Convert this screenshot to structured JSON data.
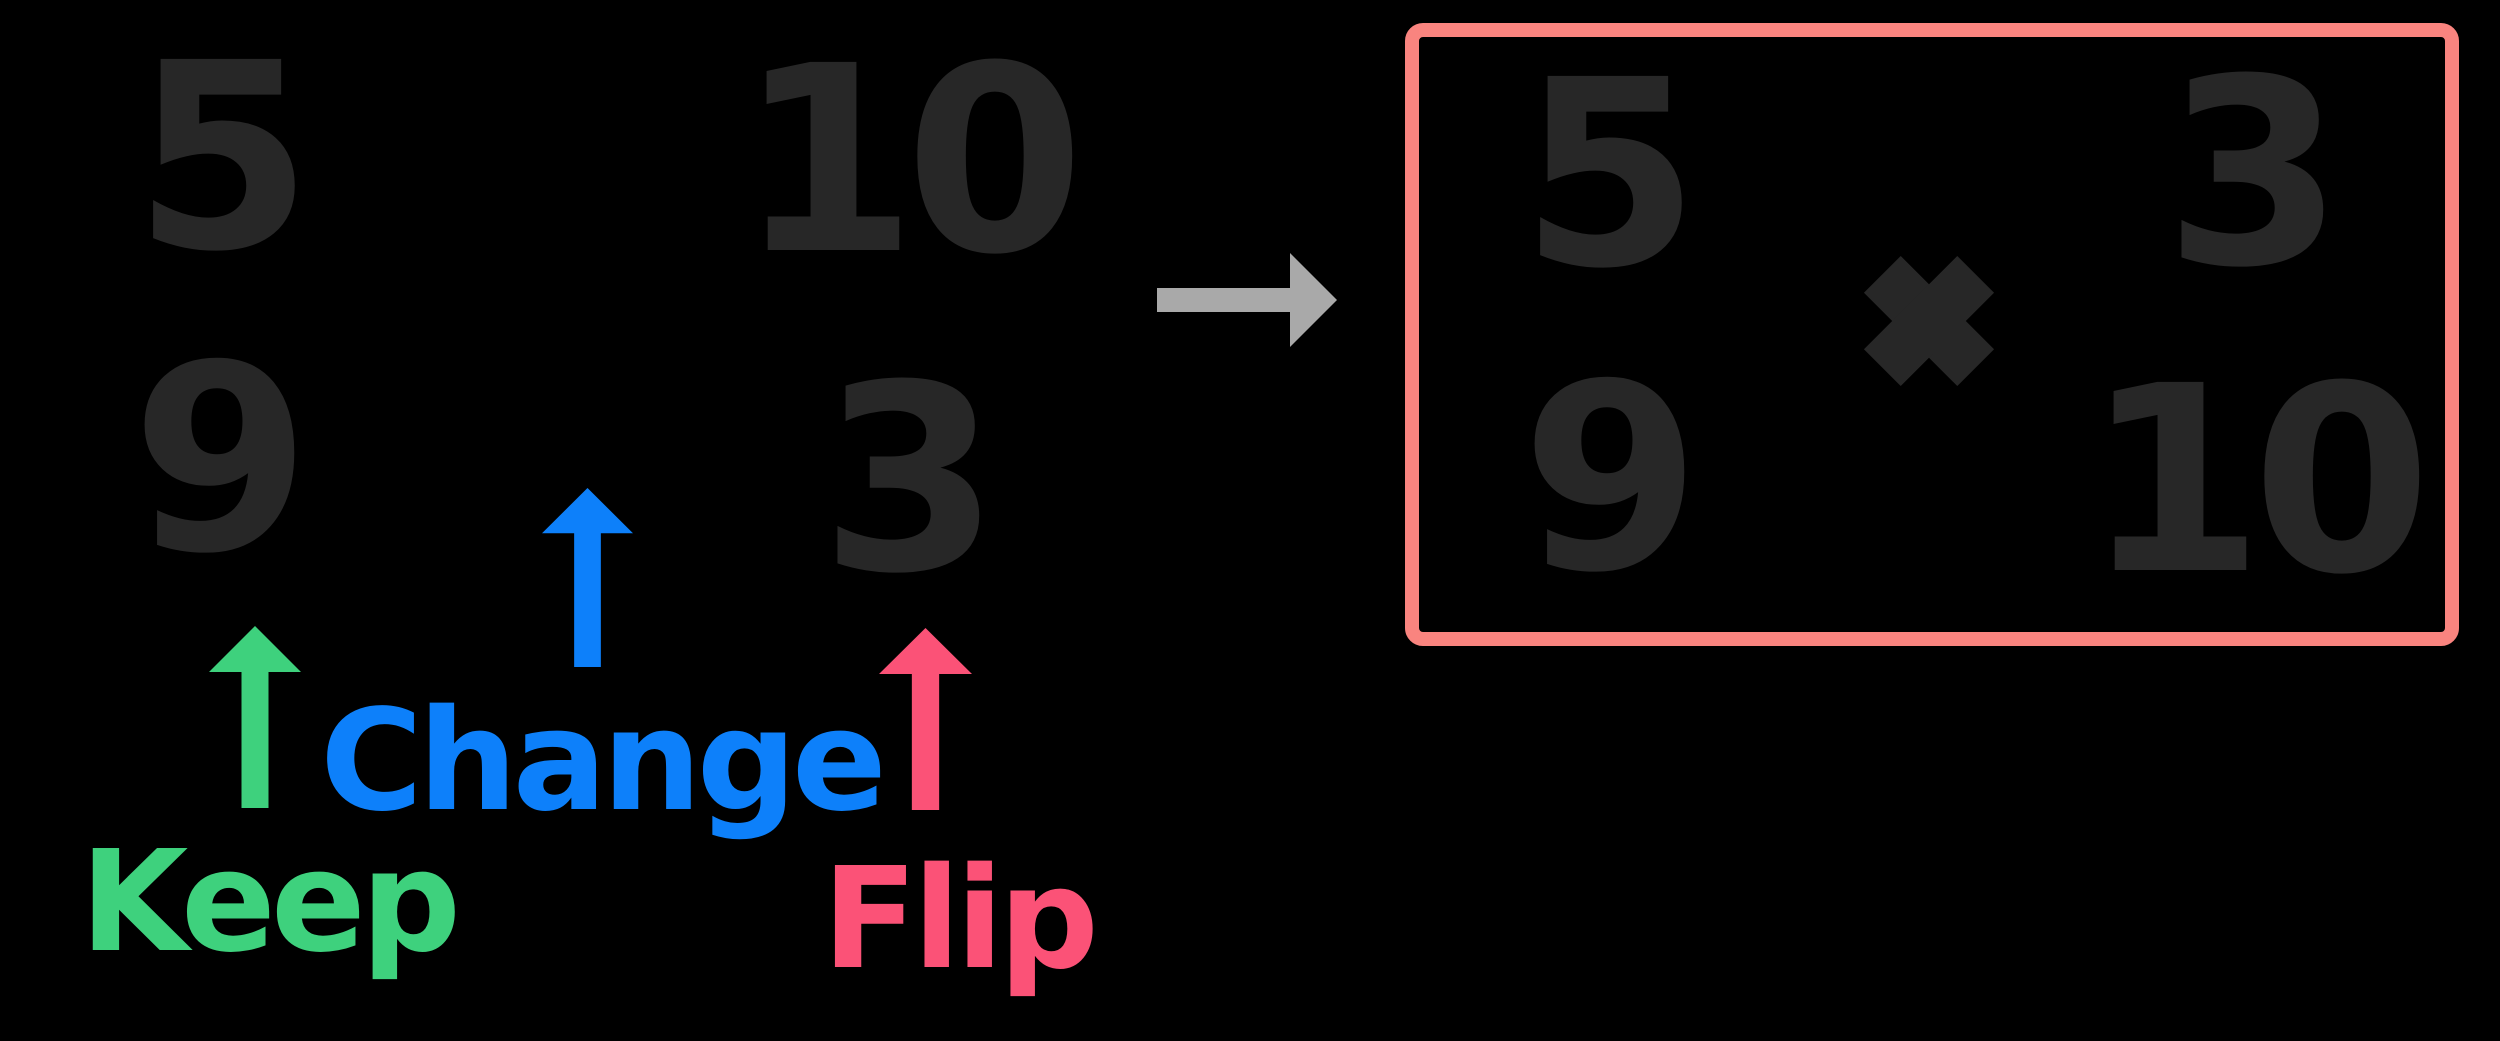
{
  "problem": {
    "first_fraction": {
      "numerator": "5",
      "denominator": "9"
    },
    "second_fraction": {
      "numerator": "10",
      "denominator": "3"
    }
  },
  "annotations": {
    "keep": {
      "label": "Keep",
      "color": "#3ed17d",
      "icon": "up-arrow"
    },
    "change": {
      "label": "Change",
      "color": "#0d80fa",
      "icon": "up-arrow"
    },
    "flip": {
      "label": "Flip",
      "color": "#fb5277",
      "icon": "up-arrow"
    }
  },
  "transform_arrow": {
    "icon": "right-arrow",
    "color": "#a9a9a9"
  },
  "result_box": {
    "border_color": "#f9847f",
    "top_left": "5",
    "top_right": "3",
    "bottom_left": "9",
    "bottom_right": "10",
    "operator": "×",
    "operator_icon": "multiply-cross",
    "operator_color": "#272727"
  },
  "colors": {
    "background": "#000000",
    "digits": "#272727"
  }
}
